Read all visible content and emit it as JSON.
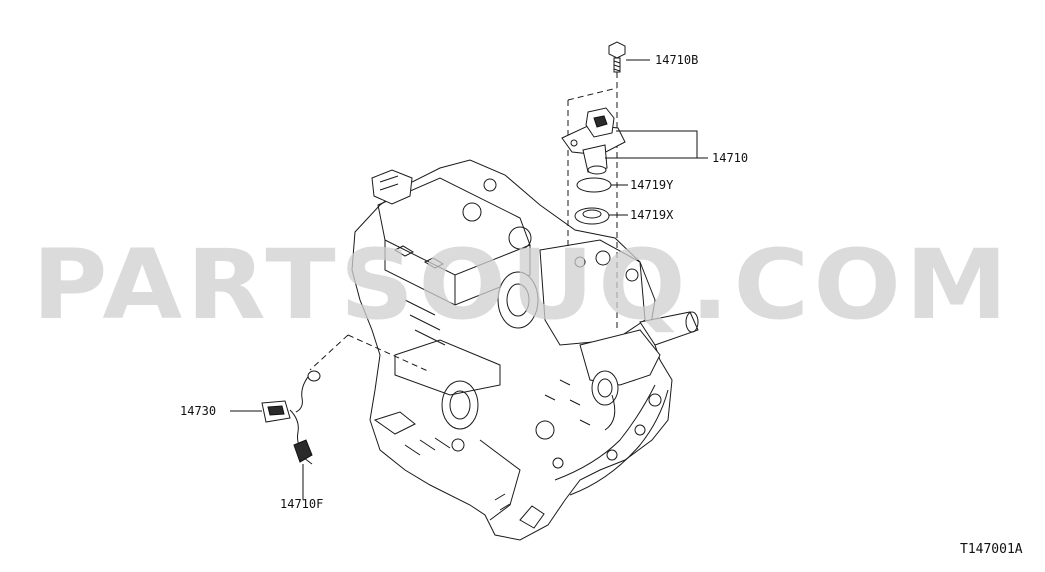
{
  "watermark": "PARTSOUQ.COM",
  "diagram_code": "T147001A",
  "parts": {
    "bolt": "14710B",
    "sensor": "14710",
    "oring": "14719Y",
    "seal": "14719X",
    "harness": "14730",
    "clip": "14710F"
  },
  "colors": {
    "line": "#1a1a1a",
    "watermark": "#cfcfcf",
    "background": "#ffffff"
  }
}
